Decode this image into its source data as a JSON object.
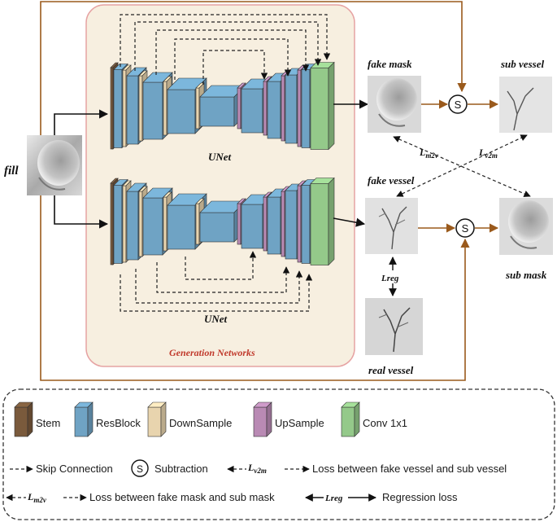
{
  "input": {
    "label": "fill"
  },
  "unet_top": {
    "label": "UNet"
  },
  "unet_bottom": {
    "label": "UNet"
  },
  "generation_networks": {
    "label": "Generation Networks"
  },
  "outputs": {
    "fake_mask": "fake mask",
    "fake_vessel": "fake vessel",
    "sub_vessel": "sub vessel",
    "sub_mask": "sub mask",
    "real_vessel": "real vessel"
  },
  "operators": {
    "subtraction_symbol": "S"
  },
  "losses": {
    "lm2v_main": "L",
    "lm2v_sub": "m2v",
    "lv2m_main": "L",
    "lv2m_sub": "v2m",
    "lreg": "Lreg"
  },
  "legend": {
    "blocks": [
      {
        "label": "Stem",
        "color": "#7a5a3c"
      },
      {
        "label": "ResBlock",
        "color": "#6fa3c4"
      },
      {
        "label": "DownSample",
        "color": "#e8d4ae"
      },
      {
        "label": "UpSample",
        "color": "#b98ab4"
      },
      {
        "label": "Conv 1x1",
        "color": "#94c98a"
      }
    ],
    "skip_connection": "Skip Connection",
    "subtraction_symbol": "S",
    "subtraction": "Subtraction",
    "lv2m_main": "L",
    "lv2m_sub": "v2m",
    "lv2m_desc": "Loss between fake vessel and sub vessel",
    "lm2v_main": "L",
    "lm2v_sub": "m2v",
    "lm2v_desc": "Loss between fake mask and sub mask",
    "lreg": "Lreg",
    "lreg_desc": "Regression loss"
  },
  "colors": {
    "orange_line": "#9a5a1c",
    "panel_fill": "#f7efe0",
    "panel_border": "#e6a3a3",
    "generation_text": "#c0392b"
  }
}
